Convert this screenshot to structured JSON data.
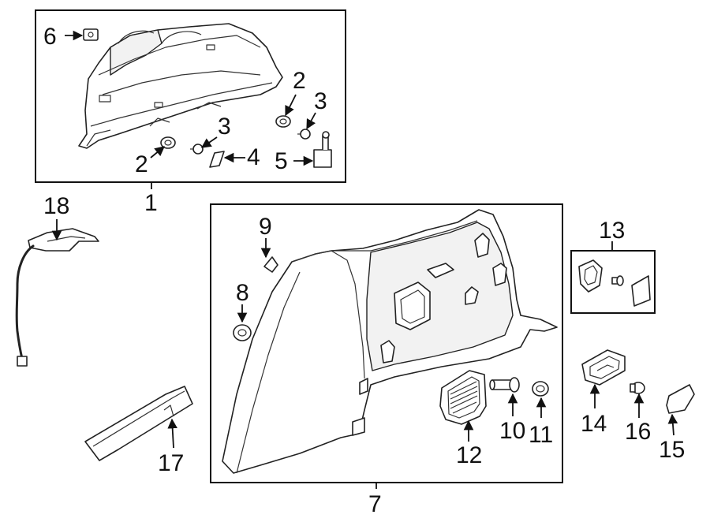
{
  "callouts": {
    "c1": "1",
    "c2a": "2",
    "c2b": "2",
    "c3a": "3",
    "c3b": "3",
    "c4": "4",
    "c5": "5",
    "c6": "6",
    "c7": "7",
    "c8": "8",
    "c9": "9",
    "c10": "10",
    "c11": "11",
    "c12": "12",
    "c13": "13",
    "c14": "14",
    "c15": "15",
    "c16": "16",
    "c17": "17",
    "c18": "18"
  }
}
